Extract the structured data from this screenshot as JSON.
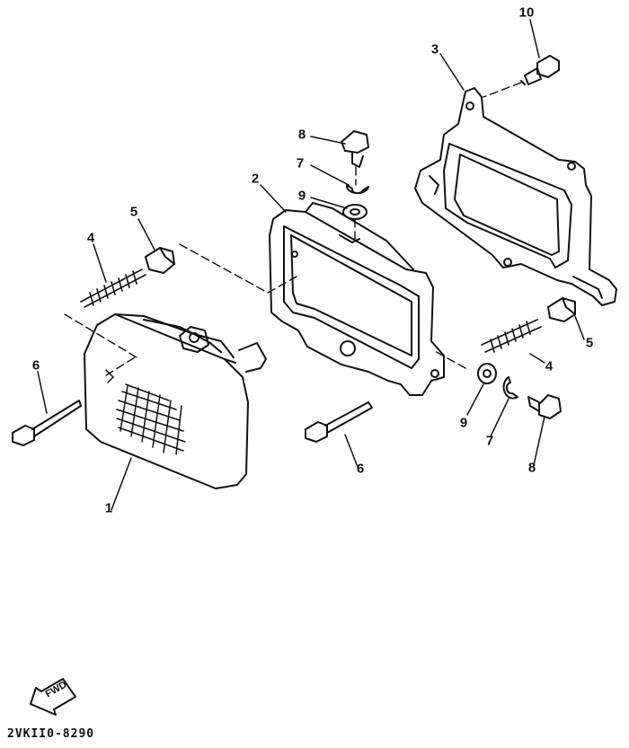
{
  "diagram": {
    "drawing_code": "2VKII0-8290",
    "fwd_label": "FWD",
    "callouts": [
      {
        "id": "c10",
        "text": "10"
      },
      {
        "id": "c3",
        "text": "3"
      },
      {
        "id": "c8a",
        "text": "8"
      },
      {
        "id": "c7a",
        "text": "7"
      },
      {
        "id": "c2",
        "text": "2"
      },
      {
        "id": "c9a",
        "text": "9"
      },
      {
        "id": "c5a",
        "text": "5"
      },
      {
        "id": "c4a",
        "text": "4"
      },
      {
        "id": "c6a",
        "text": "6"
      },
      {
        "id": "c1",
        "text": "1"
      },
      {
        "id": "c5b",
        "text": "5"
      },
      {
        "id": "c4b",
        "text": "4"
      },
      {
        "id": "c9b",
        "text": "9"
      },
      {
        "id": "c7b",
        "text": "7"
      },
      {
        "id": "c6b",
        "text": "6"
      },
      {
        "id": "c8b",
        "text": "8"
      }
    ]
  }
}
